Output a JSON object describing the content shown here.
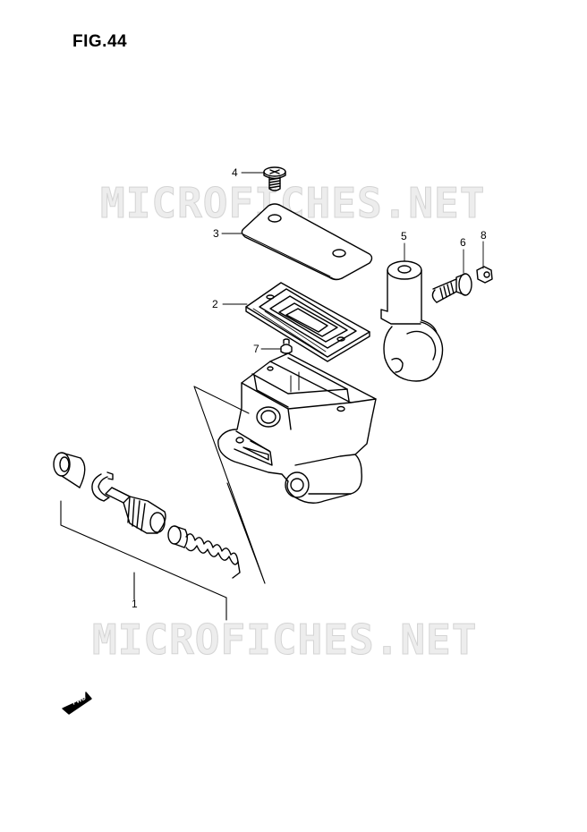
{
  "figure": {
    "title": "FIG.44"
  },
  "watermark": {
    "text": "MICROFICHES.NET"
  },
  "fwd_arrow": {
    "label": "FWD"
  },
  "callouts": [
    "4",
    "3",
    "2",
    "7",
    "5",
    "6",
    "8",
    "1"
  ]
}
